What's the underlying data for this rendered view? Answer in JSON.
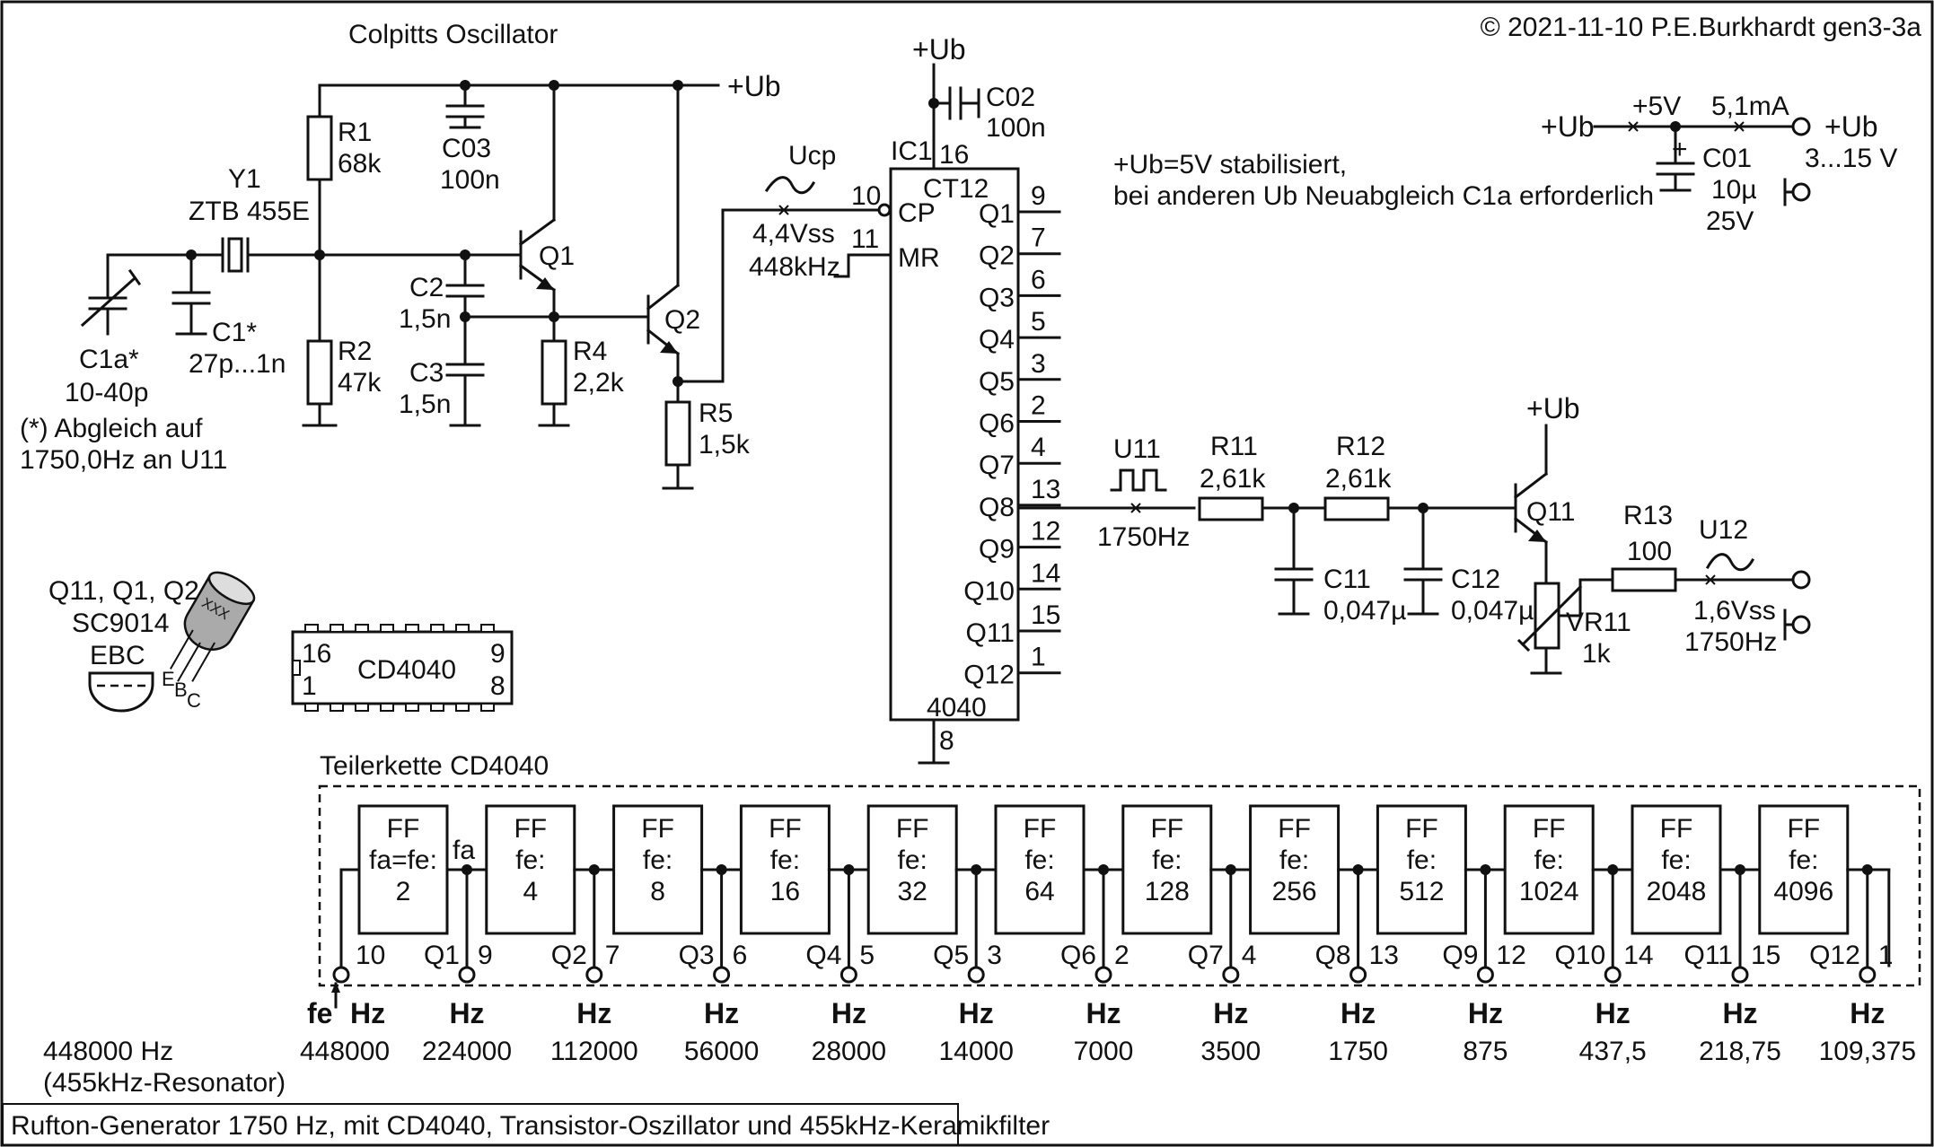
{
  "header": {
    "copyright": "© 2021-11-10 P.E.Burkhardt gen3-3a",
    "footer_title": "Rufton-Generator 1750 Hz, mit CD4040, Transistor-Oszillator und 455kHz-Keramikfilter"
  },
  "oscillator": {
    "title": "Colpitts Oscillator",
    "supply": "+Ub",
    "r1_name": "R1",
    "r1_value": "68k",
    "r2_name": "R2",
    "r2_value": "47k",
    "c03_name": "C03",
    "c03_value": "100n",
    "y1_name": "Y1",
    "y1_value": "ZTB 455E",
    "c1_name": "C1*",
    "c1_value": "27p...1n",
    "c1a_name": "C1a*",
    "c1a_value": "10-40p",
    "c2_name": "C2",
    "c2_value": "1,5n",
    "c3_name": "C3",
    "c3_value": "1,5n",
    "r4_name": "R4",
    "r4_value": "2,2k",
    "r5_name": "R5",
    "r5_value": "1,5k",
    "q1_name": "Q1",
    "q2_name": "Q2",
    "trim_note_1": "(*) Abgleich auf",
    "trim_note_2": "1750,0Hz an U11",
    "ucp_label": "Ucp",
    "ucp_amp": "4,4Vss",
    "ucp_freq": "448kHz"
  },
  "counter": {
    "ic_name": "IC1",
    "ic_label": "CT12",
    "ic_type": "4040",
    "supply": "+Ub",
    "c02_name": "C02",
    "c02_value": "100n",
    "pin_vdd": "16",
    "pin_gnd": "8",
    "pin_cp": "10",
    "pin_mr": "11",
    "label_cp": "CP",
    "label_mr": "MR",
    "outputs": [
      {
        "name": "Q1",
        "pin": "9"
      },
      {
        "name": "Q2",
        "pin": "7"
      },
      {
        "name": "Q3",
        "pin": "6"
      },
      {
        "name": "Q4",
        "pin": "5"
      },
      {
        "name": "Q5",
        "pin": "3"
      },
      {
        "name": "Q6",
        "pin": "2"
      },
      {
        "name": "Q7",
        "pin": "4"
      },
      {
        "name": "Q8",
        "pin": "13"
      },
      {
        "name": "Q9",
        "pin": "12"
      },
      {
        "name": "Q10",
        "pin": "14"
      },
      {
        "name": "Q11",
        "pin": "15"
      },
      {
        "name": "Q12",
        "pin": "1"
      }
    ]
  },
  "notes": {
    "stabilized_1": "+Ub=5V stabilisiert,",
    "stabilized_2": "bei anderen Ub Neuabgleich C1a erforderlich"
  },
  "power": {
    "in_label": "+Ub",
    "mid_label": "+5V",
    "current": "5,1mA",
    "out_label": "+Ub",
    "range": "3...15 V",
    "c01_name": "C01",
    "c01_value": "10µ",
    "c01_voltage": "25V",
    "plus": "+"
  },
  "output_stage": {
    "u11_label": "U11",
    "u11_freq": "1750Hz",
    "r11_name": "R11",
    "r11_value": "2,61k",
    "r12_name": "R12",
    "r12_value": "2,61k",
    "c11_name": "C11",
    "c11_value": "0,047µ",
    "c12_name": "C12",
    "c12_value": "0,047µ",
    "q11_name": "Q11",
    "supply": "+Ub",
    "vr11_name": "VR11",
    "vr11_value": "1k",
    "r13_name": "R13",
    "r13_value": "100",
    "u12_label": "U12",
    "u12_amp": "1,6Vss",
    "u12_freq": "1750Hz"
  },
  "transistor_info": {
    "parts": "Q11, Q1, Q2",
    "type": "SC9014",
    "pinout": "EBC",
    "marking": "XXX",
    "lead_e": "E",
    "lead_b": "B",
    "lead_c": "C"
  },
  "ic_package": {
    "name": "CD4040",
    "pin16": "16",
    "pin9": "9",
    "pin1": "1",
    "pin8": "8"
  },
  "divider_chain": {
    "title": "Teilerkette CD4040",
    "ff_label": "FF",
    "first_label_1": "fa=fe:",
    "fe_prefix": "fe:",
    "fa_label": "fa",
    "fe_label": "fe",
    "hz_unit": "Hz",
    "input_pin": "10",
    "stages": [
      {
        "div": "2",
        "q": "Q1",
        "pin": "9",
        "freq": "224000"
      },
      {
        "div": "4",
        "q": "Q2",
        "pin": "7",
        "freq": "112000"
      },
      {
        "div": "8",
        "q": "Q3",
        "pin": "6",
        "freq": "56000"
      },
      {
        "div": "16",
        "q": "Q4",
        "pin": "5",
        "freq": "28000"
      },
      {
        "div": "32",
        "q": "Q5",
        "pin": "3",
        "freq": "14000"
      },
      {
        "div": "64",
        "q": "Q6",
        "pin": "2",
        "freq": "7000"
      },
      {
        "div": "128",
        "q": "Q7",
        "pin": "4",
        "freq": "3500"
      },
      {
        "div": "256",
        "q": "Q8",
        "pin": "13",
        "freq": "1750"
      },
      {
        "div": "512",
        "q": "Q9",
        "pin": "12",
        "freq": "875"
      },
      {
        "div": "1024",
        "q": "Q10",
        "pin": "14",
        "freq": "437,5"
      },
      {
        "div": "2048",
        "q": "Q11",
        "pin": "15",
        "freq": "218,75"
      },
      {
        "div": "4096",
        "q": "Q12",
        "pin": "1",
        "freq": "109,375"
      }
    ],
    "input_freq": "448000",
    "left_freq": "448000 Hz",
    "left_note": "(455kHz-Resonator)"
  }
}
